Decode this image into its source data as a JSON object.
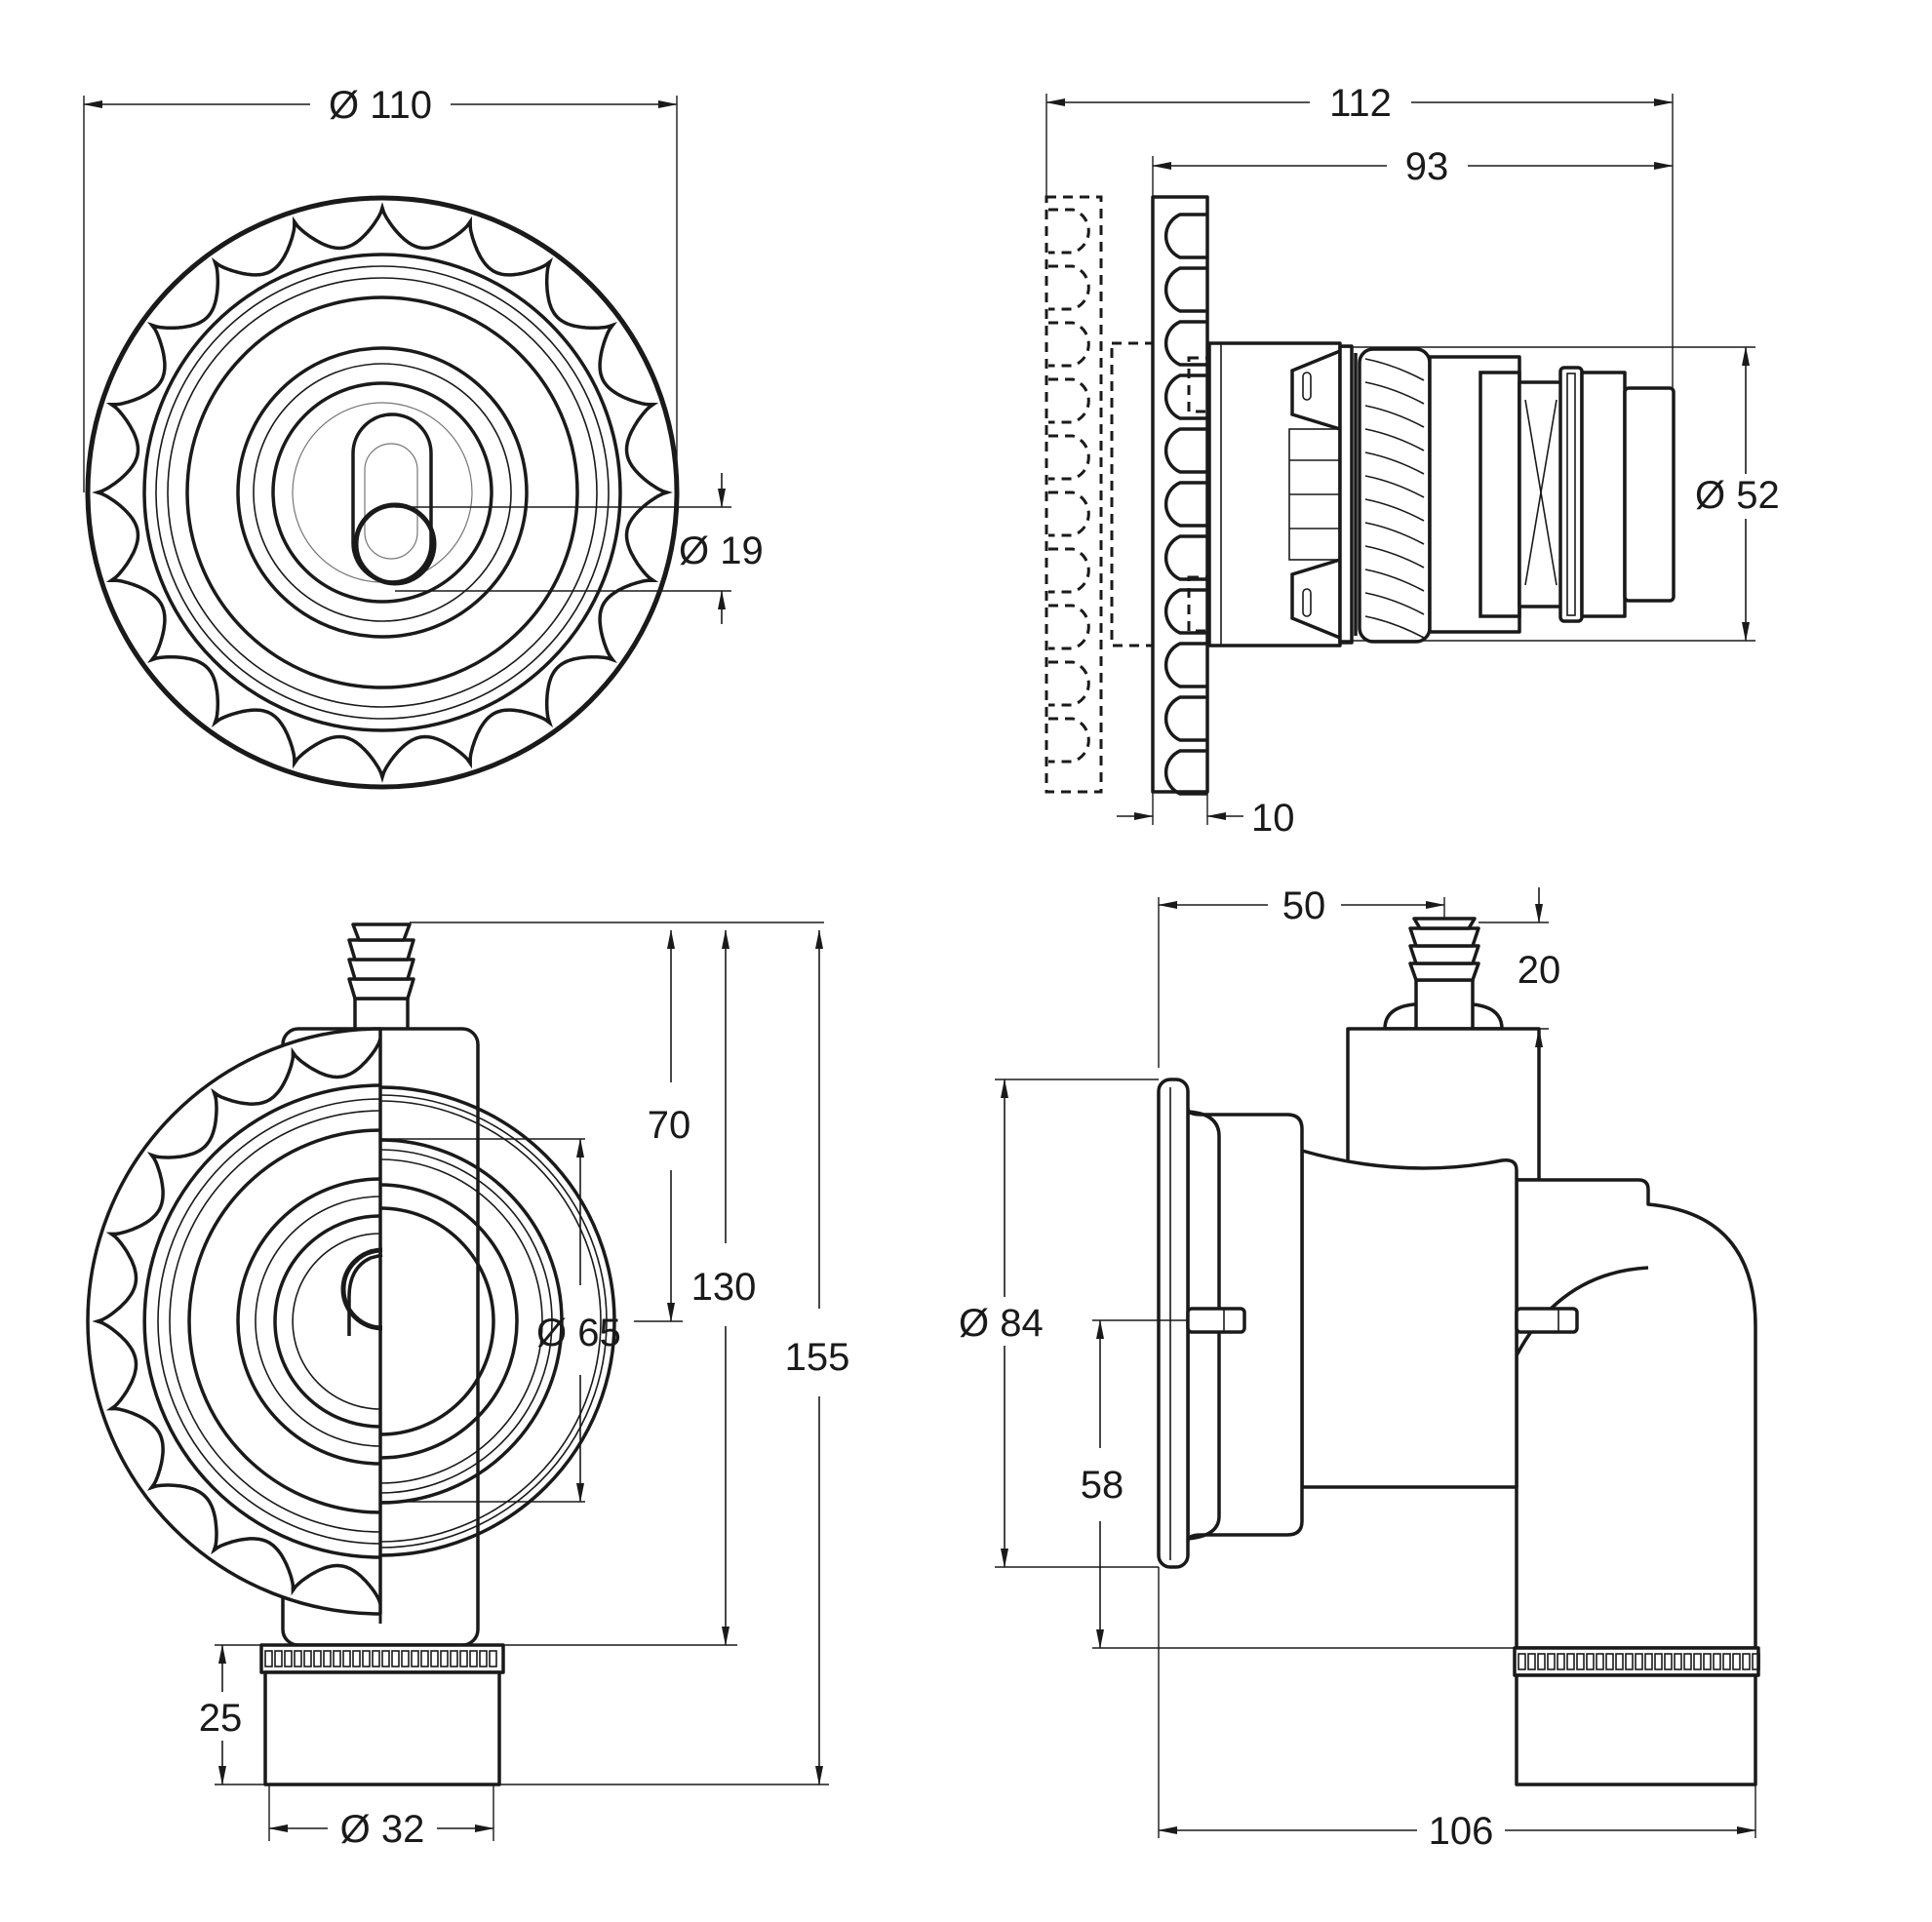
{
  "drawing": {
    "line_color": "#1a1a1a",
    "background": "#ffffff",
    "views": {
      "front": {
        "outer_diameter": "Ø 110",
        "nozzle_diameter": "Ø 19"
      },
      "side": {
        "overall_length": "112",
        "body_length": "93",
        "body_diameter": "Ø 52",
        "flange_thickness": "10"
      },
      "rear": {
        "center_height": "70",
        "height_to_outlet": "130",
        "overall_height": "155",
        "inner_diameter": "Ø 65",
        "spigot_length": "25",
        "spigot_diameter": "Ø 32"
      },
      "profile": {
        "air_inlet_offset": "50",
        "air_inlet_height": "20",
        "flange_diameter": "Ø 84",
        "axis_height": "58",
        "overall_depth": "106"
      }
    }
  }
}
